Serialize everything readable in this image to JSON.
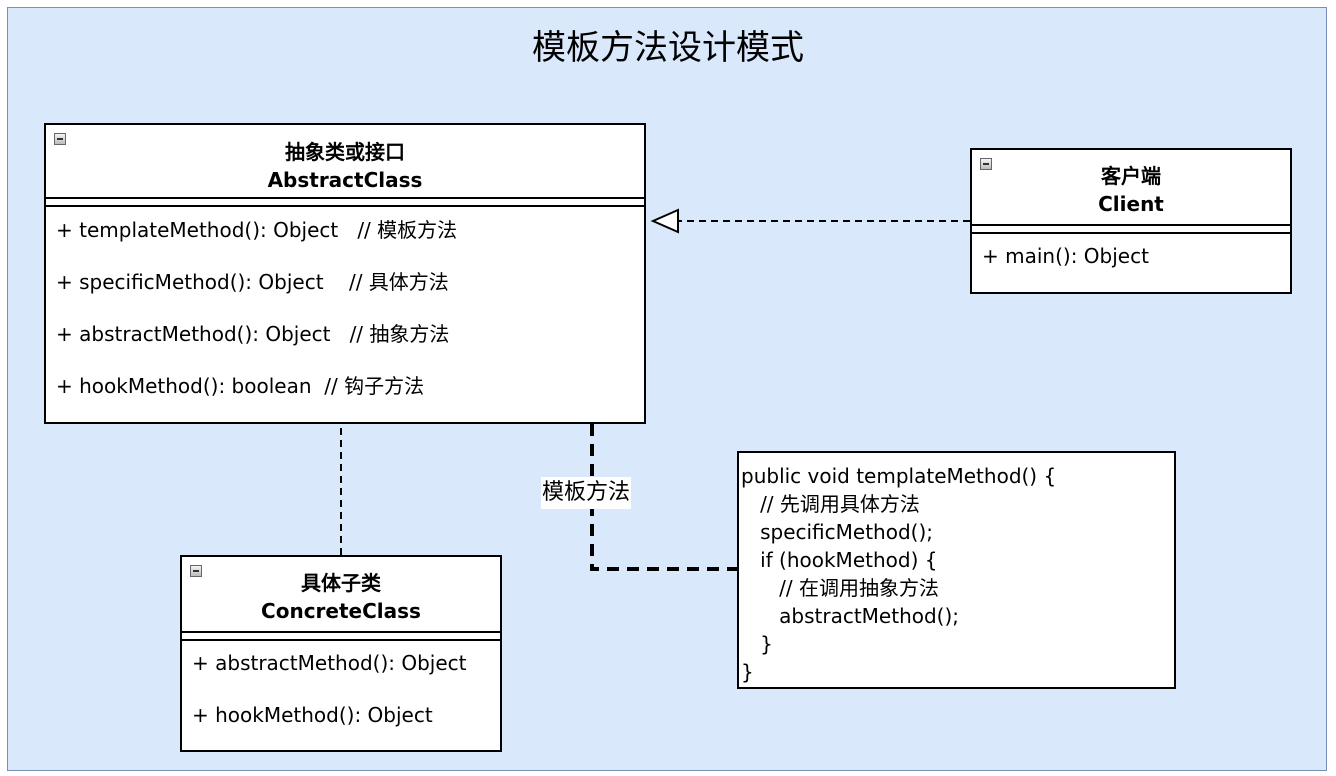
{
  "title": "模板方法设计模式",
  "abstract_class": {
    "stereotype": "抽象类或接口",
    "name": "AbstractClass",
    "members": [
      "+ templateMethod(): Object   // 模板方法",
      "+ specificMethod(): Object    // 具体方法",
      "+ abstractMethod(): Object   // 抽象方法",
      "+ hookMethod(): boolean  // 钩子方法"
    ]
  },
  "client": {
    "stereotype": "客户端",
    "name": "Client",
    "members": [
      "+ main(): Object"
    ]
  },
  "concrete_class": {
    "stereotype": "具体子类",
    "name": "ConcreteClass",
    "members": [
      "+ abstractMethod(): Object",
      "+ hookMethod(): Object"
    ]
  },
  "edge_label": "模板方法",
  "code_note": [
    "public void templateMethod() {",
    "   // 先调用具体方法",
    "   specificMethod();",
    "   if (hookMethod) {",
    "      // 在调用抽象方法",
    "      abstractMethod();",
    "   }",
    "}"
  ]
}
